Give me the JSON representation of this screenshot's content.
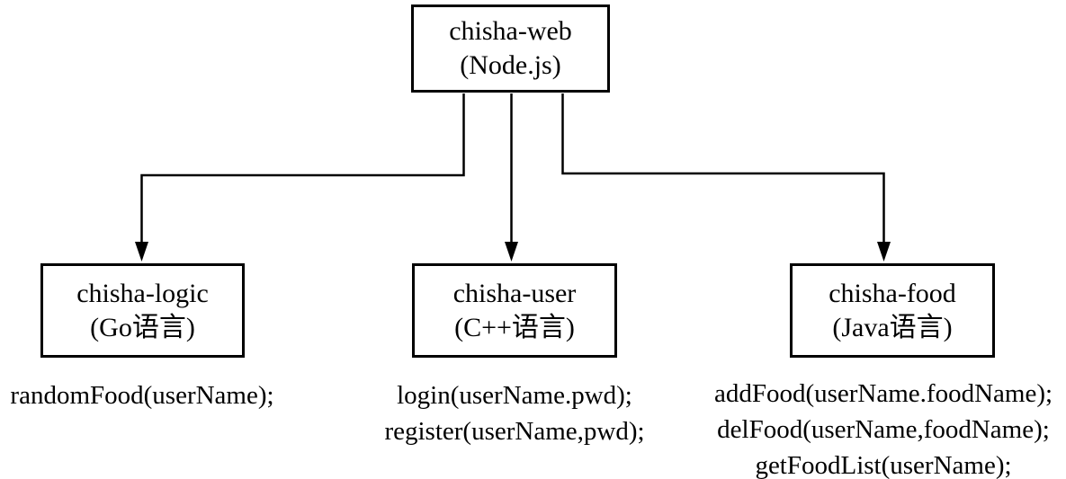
{
  "diagram": {
    "root": {
      "name": "chisha-web",
      "subtitle": "(Node.js)"
    },
    "children": [
      {
        "name": "chisha-logic",
        "subtitle": "(Go语言)",
        "functions": [
          "randomFood(userName);"
        ]
      },
      {
        "name": "chisha-user",
        "subtitle": "(C++语言)",
        "functions": [
          "login(userName.pwd);",
          "register(userName,pwd);"
        ]
      },
      {
        "name": "chisha-food",
        "subtitle": "(Java语言)",
        "functions": [
          "addFood(userName.foodName);",
          "delFood(userName,foodName);",
          "getFoodList(userName);"
        ]
      }
    ],
    "colors": {
      "stroke": "#000000",
      "text": "#000000",
      "background": "#ffffff"
    }
  }
}
